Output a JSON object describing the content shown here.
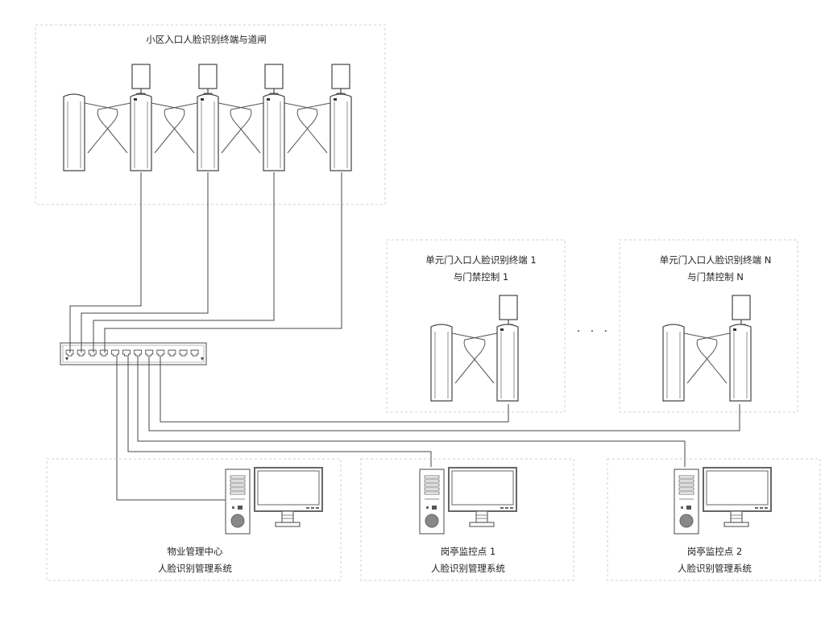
{
  "zones": {
    "entrance": {
      "title": "小区入口人脸识别终端与道闸"
    },
    "unit_1": {
      "line1": "单元门入口人脸识别终端 1",
      "line2": "与门禁控制 1"
    },
    "unit_n": {
      "line1": "单元门入口人脸识别终端 N",
      "line2": "与门禁控制 N"
    },
    "property": {
      "line1": "物业管理中心",
      "line2": "人脸识别管理系统"
    },
    "post_1": {
      "line1": "岗亭监控点 1",
      "line2": "人脸识别管理系统"
    },
    "post_2": {
      "line1": "岗亭监控点 2",
      "line2": "人脸识别管理系统"
    }
  },
  "ellipsis": "· · ·"
}
